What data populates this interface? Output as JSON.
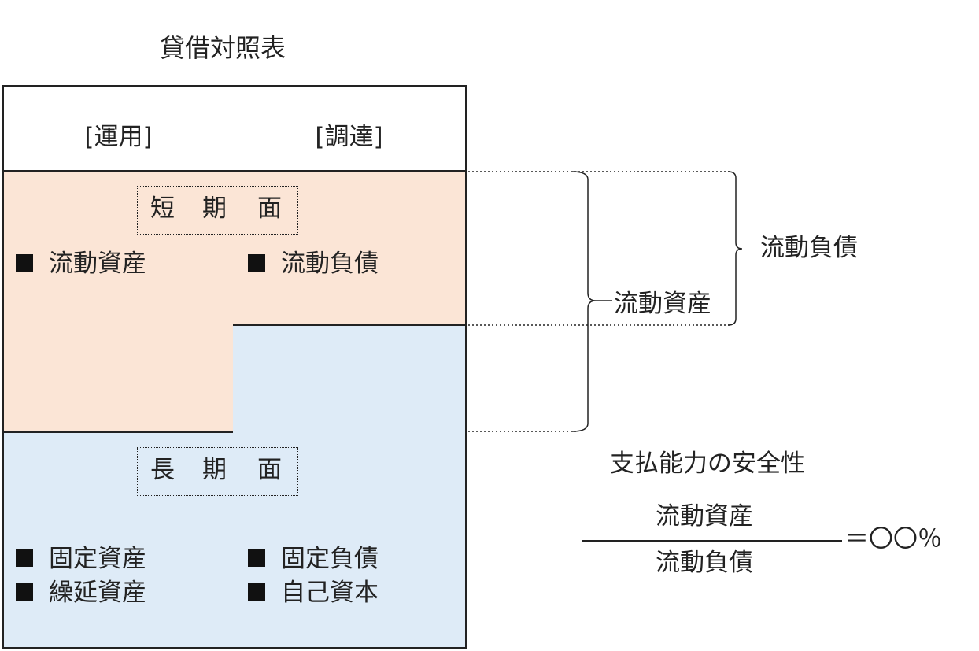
{
  "title": "貸借対照表",
  "table": {
    "header_left": "[運用]",
    "header_right": "[調達]",
    "short_term": {
      "c1": "短",
      "c2": "期",
      "c3": "面"
    },
    "long_term": {
      "c1": "長",
      "c2": "期",
      "c3": "面"
    },
    "left_items_short": [
      "流動資産"
    ],
    "right_items_short": [
      "流動負債"
    ],
    "left_items_long": [
      "固定資産",
      "繰延資産"
    ],
    "right_items_long": [
      "固定負債",
      "自己資本"
    ]
  },
  "brackets": {
    "outer_label": "流動資産",
    "inner_label": "流動負債"
  },
  "formula": {
    "heading": "支払能力の安全性",
    "numerator": "流動資産",
    "denominator": "流動負債",
    "result": "＝〇〇％"
  },
  "colors": {
    "short_term_fill": "#fbe5d6",
    "long_term_fill": "#deebf7"
  }
}
